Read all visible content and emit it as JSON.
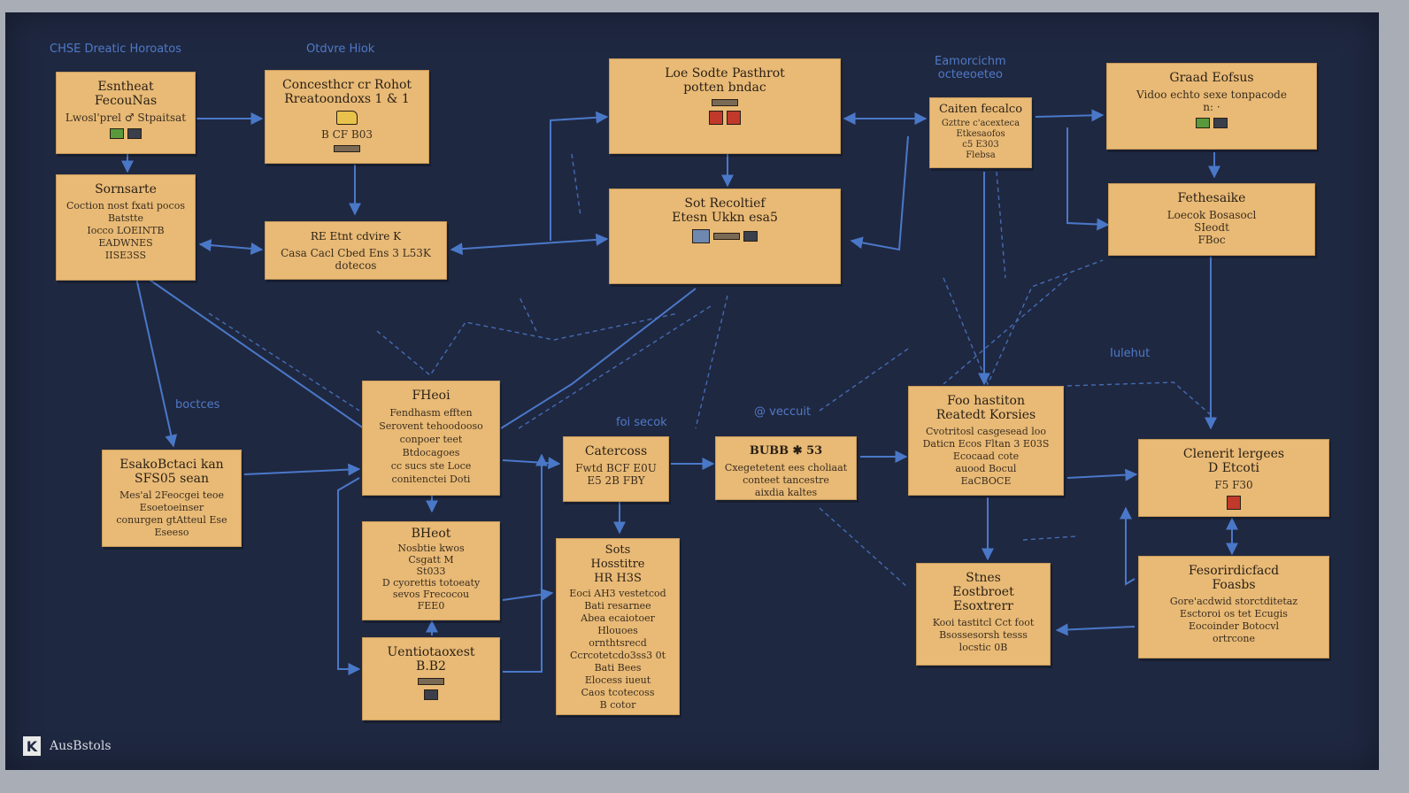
{
  "labels": [
    {
      "id": "tl",
      "text": "CHSE Dreatic Horoatos"
    },
    {
      "id": "tm",
      "text": "Otdvre Hiok"
    },
    {
      "id": "tr",
      "text": "Eamorcichm\nocteeoeteo"
    },
    {
      "id": "lft",
      "text": "boctces"
    },
    {
      "id": "rgt",
      "text": "Iulehut"
    },
    {
      "id": "mid1",
      "text": "@ veccuit"
    },
    {
      "id": "mid2",
      "text": "foi secok"
    }
  ],
  "cards": [
    {
      "id": "c1",
      "title": "Esntheat\nFecouNas",
      "body": "Lwosl'prel ♂ Stpaitsat",
      "icons": [
        "green",
        "dark"
      ]
    },
    {
      "id": "c2",
      "title": "Concesthcr cr Rohot\nRreatoondoxs 1 & 1",
      "body": "B CF B03",
      "icons": [
        "folder",
        "bar"
      ]
    },
    {
      "id": "c3",
      "title": "Loe Sodte Pasthrot\npotten bndac",
      "body": "",
      "icons": [
        "bar",
        "red",
        "red"
      ]
    },
    {
      "id": "c4",
      "title": "Caiten fecalco",
      "body": "Gzttre c'acexteca\nEtkesaofos\nc5 E303\nFlebsa",
      "icons": []
    },
    {
      "id": "c5",
      "title": "Graad Eofsus",
      "body": "Vidoo echto sexe tonpacode\nn: ·",
      "icons": [
        "green",
        "dark"
      ]
    },
    {
      "id": "c6",
      "title": "Sornsarte",
      "body": "Coction nost fxati pocos\nBatstte\nIocco LOEINTB\nEADWNES\nIISE3SS",
      "icons": []
    },
    {
      "id": "c7",
      "title": "RE Etnt  cdvire K",
      "body": "Casa Cacl Cbed Ens 3 L53K\ndotecos",
      "icons": []
    },
    {
      "id": "c8",
      "title": "Sot Recoltief\nEtesn Ukkn esa5",
      "body": "",
      "icons": [
        "blue",
        "bar",
        "dark"
      ]
    },
    {
      "id": "c9",
      "title": "Fethesaike",
      "body": "Loecok Bosasocl\nSIeodt\nFBoc",
      "icons": []
    },
    {
      "id": "c10",
      "title": "EsakoBctaci kan\nSFS05 sean",
      "body": "Mes'al 2Feocgei teoe\nEsoetoeinser\nconurgen gtAtteul Ese\nEseeso",
      "icons": []
    },
    {
      "id": "c11",
      "title": "FHeoi",
      "body": "Fendhasm efften\nSerovent tehoodooso\nconpoer teet\nBtdocagoes\ncc sucs ste Loce\nconitenctei Doti",
      "icons": []
    },
    {
      "id": "c12",
      "title": "Catercoss",
      "body": "Fwtd BCF E0U\nE5 2B FBY",
      "icons": []
    },
    {
      "id": "c13",
      "title": "BUBB ✱ 53",
      "body": "Cxegetetent ees choliaat\nconteet tancestre\naixdia kaltes",
      "icons": []
    },
    {
      "id": "c14",
      "title": "Foo hastiton\nReatedt Korsies",
      "body": "Cvotritosl casgesead loo\nDaticn Ecos Fltan 3 E03S\nEcocaad cote\nauood Bocul\nEaCBOCE",
      "icons": []
    },
    {
      "id": "c15",
      "title": "Clenerit lergees\nD Etcoti",
      "body": "F5 F30",
      "icons": [
        "red"
      ]
    },
    {
      "id": "c16",
      "title": "BHeot",
      "body": "Nosbtie kwos\nCsgatt M\nSt033\nD cyorettis totoeaty\nsevos Frecocou\nFEE0",
      "icons": []
    },
    {
      "id": "c17",
      "title": "Sots\nHosstitre\nHR H3S",
      "body": "Eoci AH3 vestetcod\nBati resarnee\nAbea ecaiotoer\nHlouoes\nornthtsrecd\nCcrcotetcdo3ss3 0t\nBati Bees\nElocess iueut\nCaos tcotecoss\nB cotor",
      "icons": []
    },
    {
      "id": "c18",
      "title": "Stnes\nEostbroet\nEsoxtrerr",
      "body": "Kooi tastitcl Cct foot\nBsossesorsh tesss\nlocstic 0B",
      "icons": []
    },
    {
      "id": "c19",
      "title": "Fesorirdicfacd\nFoasbs",
      "body": "Gore'acdwid storctditetaz\nEsctoroi os tet Ecugis\nEocoinder Botocvl\nortrcone",
      "icons": []
    },
    {
      "id": "c20",
      "title": "Uentiotaoxest\nB.B2",
      "body": "",
      "icons": [
        "bar",
        "dark"
      ]
    }
  ],
  "footer": {
    "logo": "K",
    "text": "AusBstols"
  }
}
